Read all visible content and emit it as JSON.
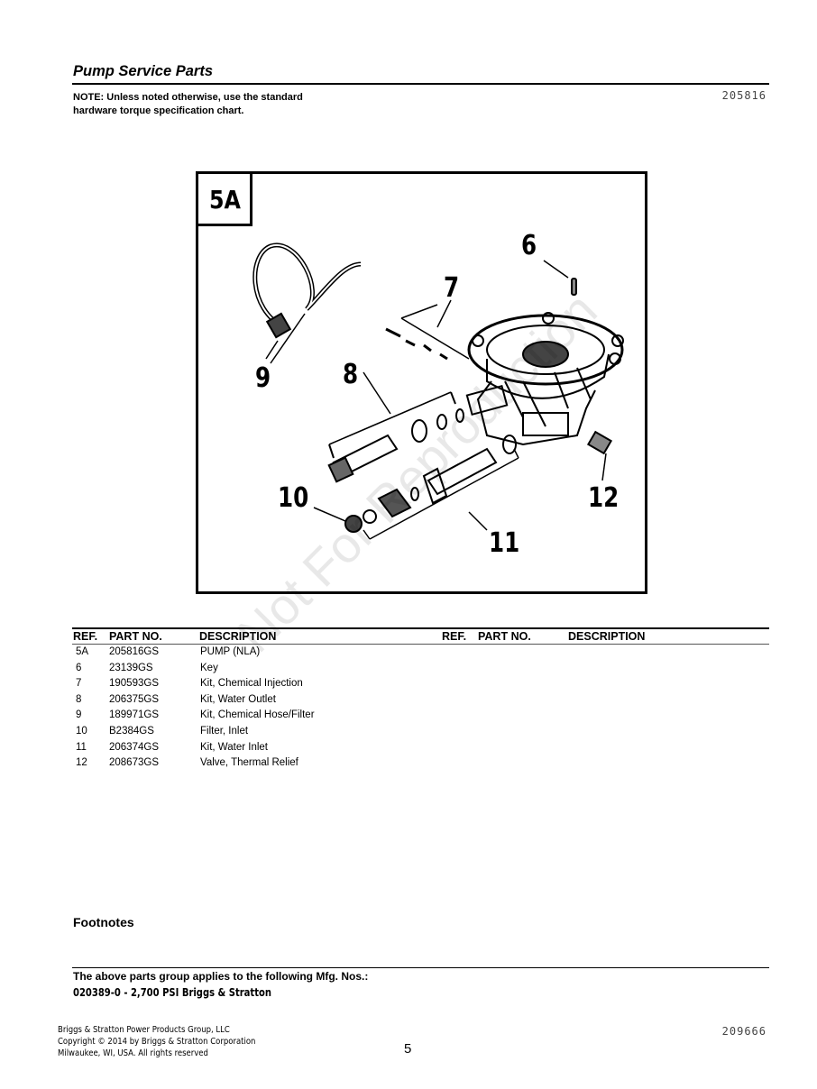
{
  "header": {
    "title": "Pump Service Parts",
    "note": "NOTE: Unless noted otherwise, use the standard hardware torque specification chart.",
    "ref_number": "205816"
  },
  "diagram": {
    "figure_tag": "5A",
    "callouts": [
      "6",
      "7",
      "8",
      "9",
      "10",
      "11",
      "12"
    ]
  },
  "watermark": "Not For Reproduction",
  "table": {
    "headers": {
      "ref": "REF.",
      "part_no": "PART NO.",
      "description": "DESCRIPTION"
    },
    "rows": [
      {
        "ref": "5A",
        "part_no": "205816GS",
        "description": "PUMP (NLA)"
      },
      {
        "ref": "6",
        "part_no": "23139GS",
        "description": "Key"
      },
      {
        "ref": "7",
        "part_no": "190593GS",
        "description": "Kit, Chemical Injection"
      },
      {
        "ref": "8",
        "part_no": "206375GS",
        "description": "Kit, Water Outlet"
      },
      {
        "ref": "9",
        "part_no": "189971GS",
        "description": "Kit, Chemical Hose/Filter"
      },
      {
        "ref": "10",
        "part_no": "B2384GS",
        "description": "Filter, Inlet"
      },
      {
        "ref": "11",
        "part_no": "206374GS",
        "description": "Kit, Water Inlet"
      },
      {
        "ref": "12",
        "part_no": "208673GS",
        "description": "Valve, Thermal Relief"
      }
    ]
  },
  "footnotes": {
    "heading": "Footnotes",
    "applies_text": "The above parts group applies to the following Mfg. Nos.:",
    "mfg": "020389-0 - 2,700 PSI Briggs & Stratton"
  },
  "footer": {
    "company": "Briggs & Stratton Power Products Group, LLC",
    "copyright": "Copyright © 2014 by Briggs & Stratton Corporation",
    "location": "Milwaukee, WI, USA. All rights reserved",
    "page_number": "5",
    "doc_number": "209666"
  }
}
